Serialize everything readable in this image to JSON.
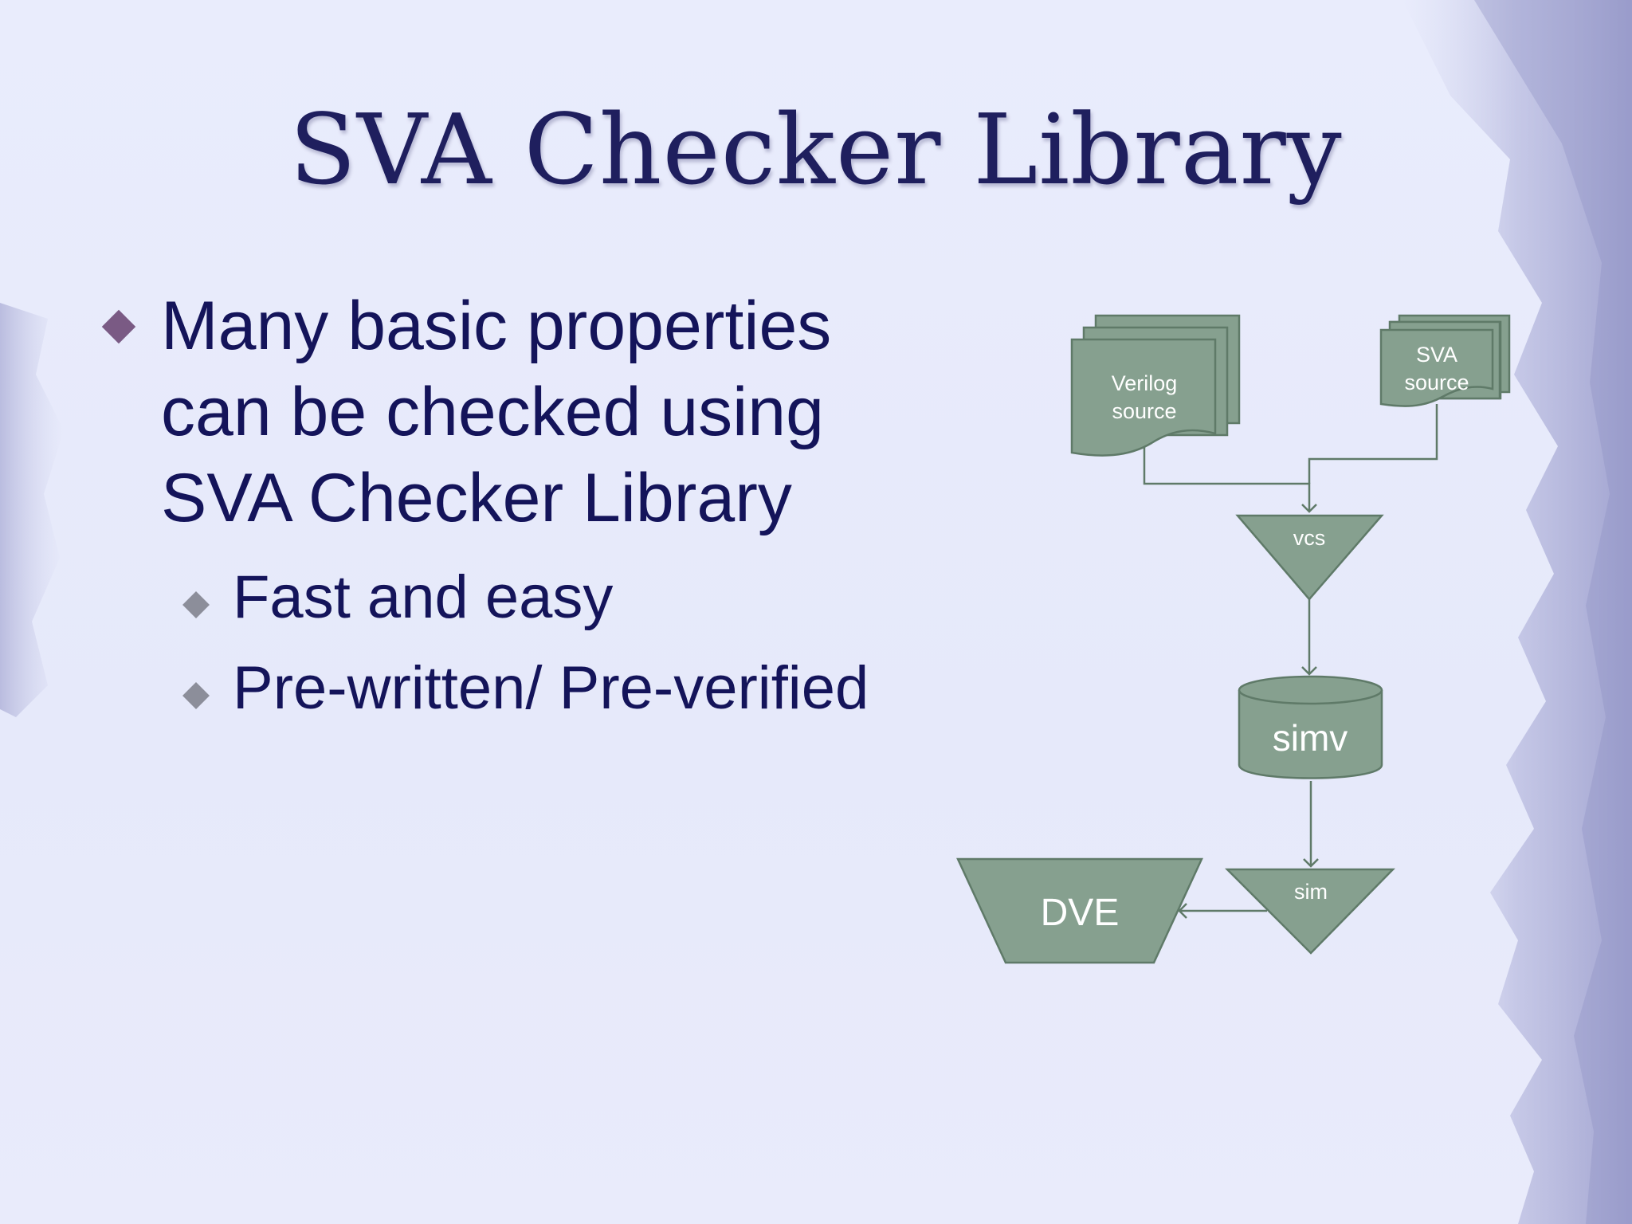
{
  "slide": {
    "title": "SVA Checker Library",
    "bullets": [
      {
        "text": "Many basic properties can be checked using SVA Checker Library",
        "sub": [
          {
            "text": "Fast and easy"
          },
          {
            "text": "Pre-written/ Pre-verified"
          }
        ]
      }
    ]
  },
  "diagram": {
    "verilog_source": [
      "Verilog",
      "source"
    ],
    "sva_source": [
      "SVA",
      "source"
    ],
    "vcs": "vcs",
    "simv": "simv",
    "sim": "sim",
    "dve": "DVE"
  },
  "colors": {
    "shape_fill": "#86a08f",
    "shape_stroke": "#5f7a68",
    "title": "#1f1f5e",
    "body_text": "#14145a",
    "bullet_l1": "#7a5a84",
    "bullet_l2": "#8c8e9a",
    "accent_paint": "#8e90c4"
  },
  "icons": {
    "bullet_level1": "diamond-bullet-icon",
    "bullet_level2": "diamond-bullet-icon"
  }
}
